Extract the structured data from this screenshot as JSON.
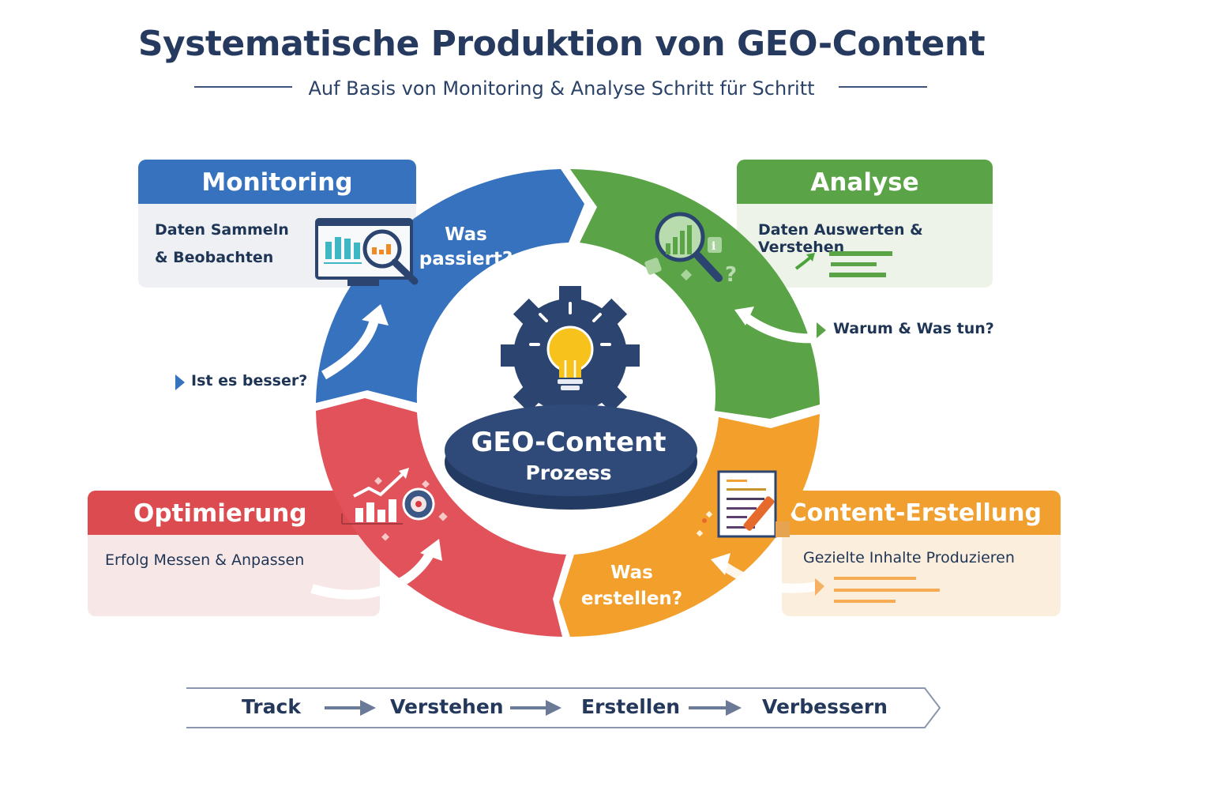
{
  "header": {
    "title": "Systematische Produktion von GEO-Content",
    "subtitle": "Auf Basis von Monitoring & Analyse Schritt für Schritt"
  },
  "colors": {
    "monitoring": "#3772be",
    "analyse": "#5aa447",
    "content": "#f19f2f",
    "optimierung": "#dc4b4f",
    "navy": "#2c4470",
    "bulb": "#f8c21c"
  },
  "center": {
    "title": "GEO-Content",
    "subtitle": "Prozess",
    "icon": "gear-lightbulb-icon"
  },
  "phases": [
    {
      "id": "monitoring",
      "title": "Monitoring",
      "description_lines": [
        "Daten Sammeln",
        "& Beobachten"
      ],
      "question_lines": [
        "Was",
        "passiert?"
      ],
      "icon": "monitor-magnifier-chart-icon"
    },
    {
      "id": "analyse",
      "title": "Analyse",
      "description": "Daten Auswerten & Verstehen",
      "question": "Warum & Was tun?",
      "icon": "magnifier-bar-chart-icon"
    },
    {
      "id": "content",
      "title": "Content-Erstellung",
      "description": "Gezielte Inhalte Produzieren",
      "question_lines": [
        "Was",
        "erstellen?"
      ],
      "icon": "document-pencil-icon"
    },
    {
      "id": "optimierung",
      "title": "Optimierung",
      "description": "Erfolg Messen & Anpassen",
      "question": "Ist es besser?",
      "icon": "chart-gear-icon"
    }
  ],
  "flow": {
    "steps": [
      "Track",
      "Verstehen",
      "Erstellen",
      "Verbessern"
    ]
  }
}
